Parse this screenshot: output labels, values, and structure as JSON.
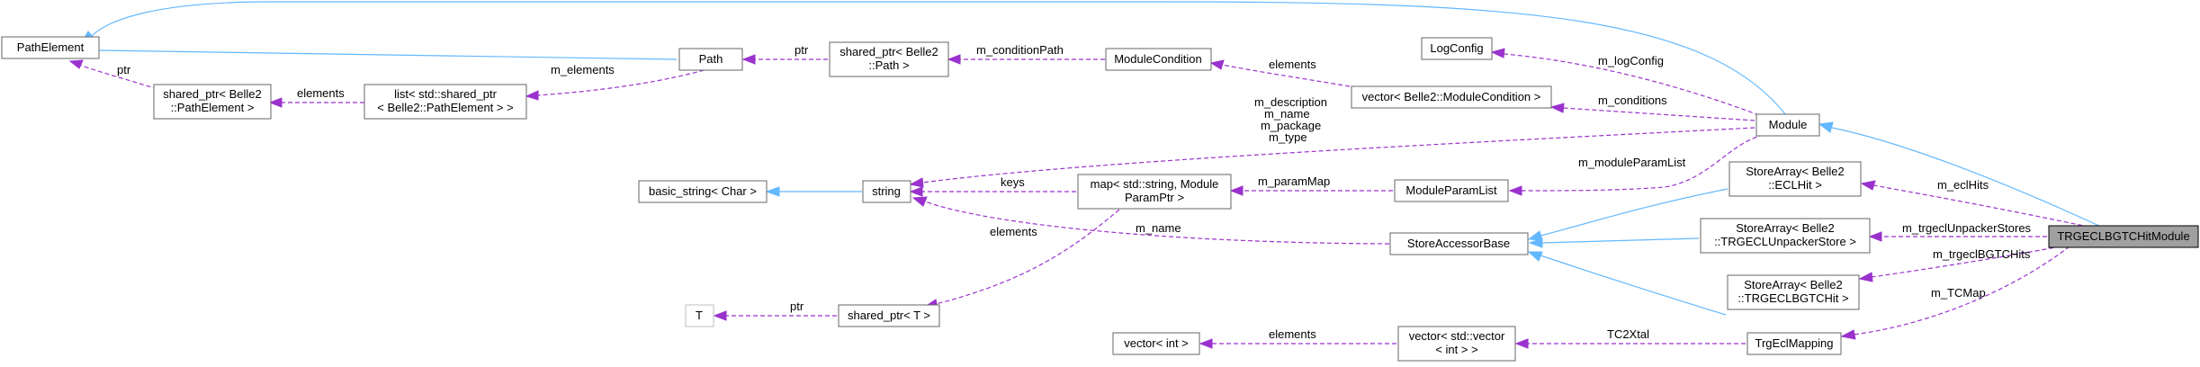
{
  "nodes": {
    "path_element": "PathElement",
    "shared_ptr_path_element": [
      "shared_ptr< Belle2",
      "::PathElement >"
    ],
    "list_shared_ptr": [
      "list< std::shared_ptr",
      "< Belle2::PathElement > >"
    ],
    "path": "Path",
    "shared_ptr_path": [
      "shared_ptr< Belle2",
      "::Path >"
    ],
    "module_condition": "ModuleCondition",
    "log_config": "LogConfig",
    "vector_module_condition": "vector< Belle2::ModuleCondition >",
    "module": "Module",
    "basic_string": "basic_string< Char >",
    "string": "string",
    "map_string": [
      "map< std::string, Module",
      "ParamPtr >"
    ],
    "module_param_list": "ModuleParamList",
    "store_array_ecl_hit": [
      "StoreArray< Belle2",
      "::ECLHit >"
    ],
    "store_array_unpacker": [
      "StoreArray< Belle2",
      "::TRGECLUnpackerStore >"
    ],
    "store_accessor_base": "StoreAccessorBase",
    "store_array_bgtc_hit": [
      "StoreArray< Belle2",
      "::TRGECLBGTCHit >"
    ],
    "main_module": "TRGECLBGTCHitModule",
    "t_param": "T",
    "shared_ptr_t": "shared_ptr< T >",
    "vector_int": "vector< int >",
    "vector_vector_int": [
      "vector< std::vector",
      "< int > >"
    ],
    "trg_ecl_mapping": "TrgEclMapping"
  },
  "edges": {
    "ptr_1": "ptr",
    "m_elements": "m_elements",
    "elements_1": "elements",
    "ptr_2": "ptr",
    "m_condition_path": "m_conditionPath",
    "elements_2": "elements",
    "m_log_config": "m_logConfig",
    "m_conditions": "m_conditions",
    "module_string_labels": [
      "m_description",
      "m_name",
      "m_package",
      "m_type"
    ],
    "m_module_param_list": "m_moduleParamList",
    "keys": "keys",
    "m_param_map": "m_paramMap",
    "elements_3": "elements",
    "m_name": "m_name",
    "ptr_3": "ptr",
    "m_ecl_hits": "m_eclHits",
    "m_trgecl_unpacker_stores": "m_trgeclUnpackerStores",
    "m_trgecl_bgtc_hits": "m_trgeclBGTCHits",
    "m_tc_map": "m_TCMap",
    "elements_4": "elements",
    "tc2xtal": "TC2Xtal"
  },
  "colors": {
    "inheritance": "#63b8ff",
    "member": "#9a32cd",
    "focus_fill": "#a0a0a0"
  }
}
